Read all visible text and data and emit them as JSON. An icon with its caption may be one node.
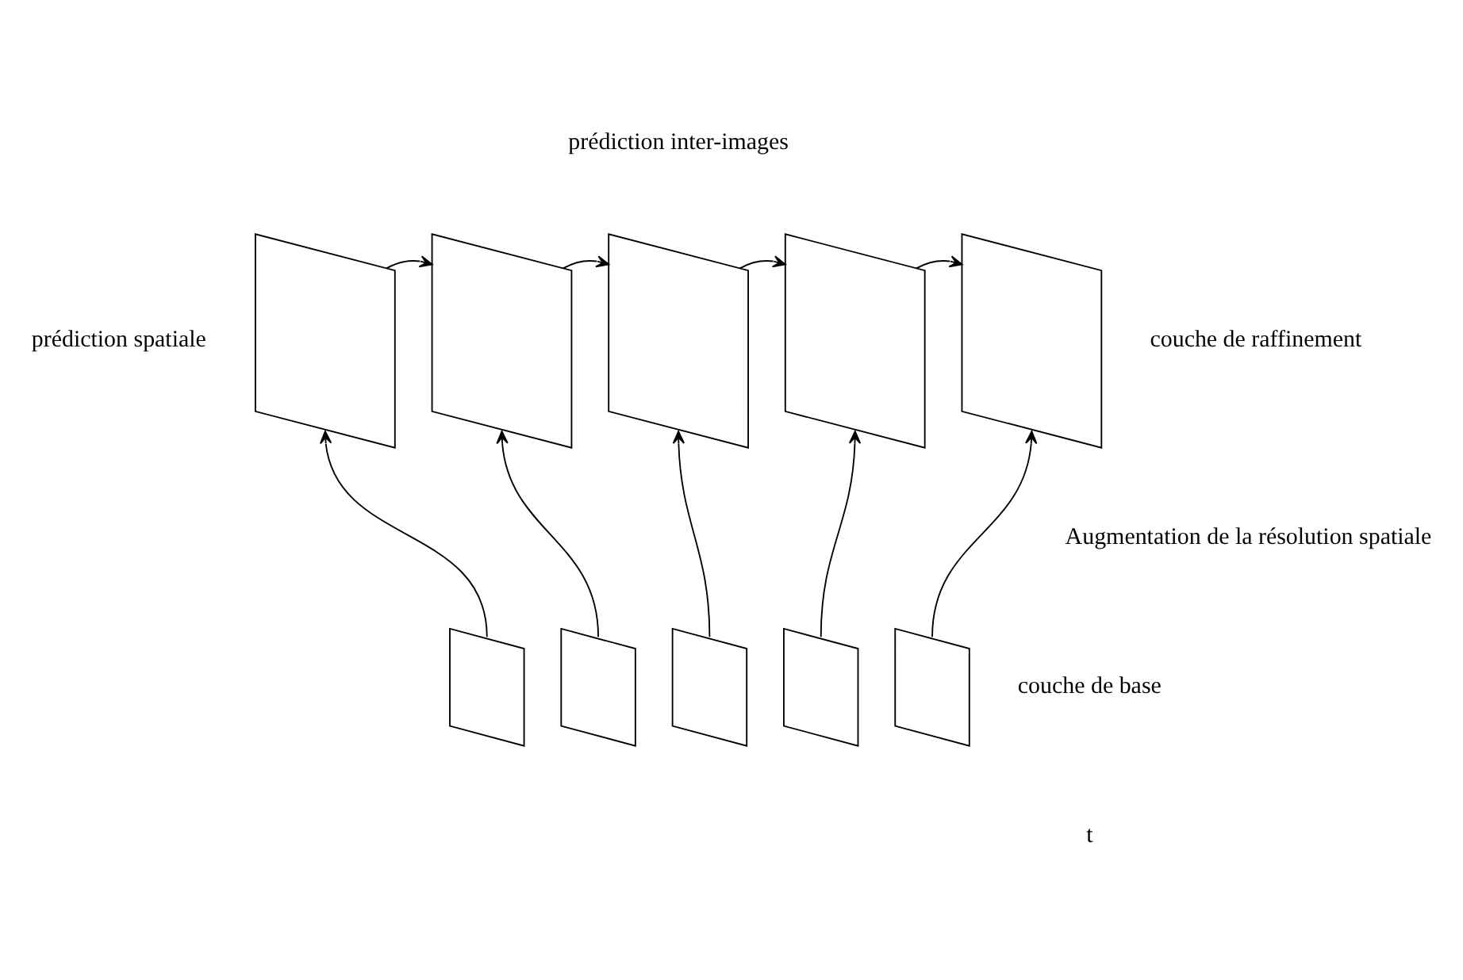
{
  "diagram": {
    "nodes": [
      {
        "text": [],
        "shape": "parallelogram"
      },
      {
        "text": [],
        "shape": "parallelogram"
      },
      {
        "text": [],
        "shape": "parallelogram"
      },
      {
        "text": [],
        "shape": "parallelogram"
      },
      {
        "text": [],
        "shape": "parallelogram"
      },
      {
        "text": [],
        "shape": "parallelogram"
      },
      {
        "text": [],
        "shape": "parallelogram"
      },
      {
        "text": [],
        "shape": "parallelogram"
      },
      {
        "text": [],
        "shape": "parallelogram"
      },
      {
        "text": [],
        "shape": "parallelogram"
      }
    ],
    "edges": [
      {
        "from": 0,
        "to": 1,
        "arrow": "to"
      },
      {
        "from": 1,
        "to": 2,
        "arrow": "to"
      },
      {
        "from": 2,
        "to": 3,
        "arrow": "to"
      },
      {
        "from": 3,
        "to": 4,
        "arrow": "to"
      },
      {
        "from": 5,
        "to": 0,
        "arrow": "to"
      },
      {
        "from": 6,
        "to": 1,
        "arrow": "to"
      },
      {
        "from": 7,
        "to": 2,
        "arrow": "to"
      },
      {
        "from": 8,
        "to": 3,
        "arrow": "to"
      },
      {
        "from": 9,
        "to": 4,
        "arrow": "to"
      }
    ],
    "labels": [
      "prédiction inter-images",
      "couche de raffinement",
      "prédiction spatiale",
      "Augmentation de la résolution spatiale",
      "couche de base",
      "t"
    ]
  }
}
